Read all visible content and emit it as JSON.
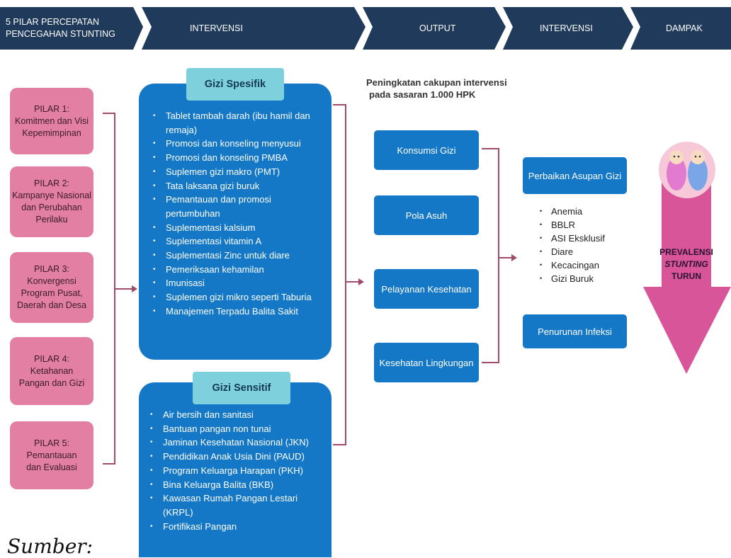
{
  "header": {
    "sections": [
      {
        "id": "pilar",
        "label_line1": "5 PILAR PERCEPATAN",
        "label_line2": "PENCEGAHAN STUNTING"
      },
      {
        "id": "intervensi1",
        "label": "INTERVENSI"
      },
      {
        "id": "output",
        "label": "OUTPUT"
      },
      {
        "id": "intervensi2",
        "label": "INTERVENSI"
      },
      {
        "id": "dampak",
        "label": "DAMPAK"
      }
    ]
  },
  "pilar": [
    {
      "title": "PILAR 1:",
      "line1": "Komitmen dan Visi",
      "line2": "Kepemimpinan",
      "line3": ""
    },
    {
      "title": "PILAR 2:",
      "line1": "Kampanye Nasional",
      "line2": "dan Perubahan",
      "line3": "Perilaku"
    },
    {
      "title": "PILAR 3:",
      "line1": "Konvergensi",
      "line2": "Program Pusat,",
      "line3": "Daerah dan Desa"
    },
    {
      "title": "PILAR 4:",
      "line1": "Ketahanan",
      "line2": "Pangan dan Gizi",
      "line3": ""
    },
    {
      "title": "PILAR 5:",
      "line1": "Pemantauan",
      "line2": "dan Evaluasi",
      "line3": ""
    }
  ],
  "gizi_spesifik": {
    "title": "Gizi Spesifik",
    "items": [
      "Tablet tambah darah (ibu hamil dan remaja)",
      "Promosi dan konseling menyusui",
      "Promosi dan konseling PMBA",
      "Suplemen gizi makro (PMT)",
      "Tata laksana gizi buruk",
      "Pemantauan dan promosi pertumbuhan",
      "Suplementasi kalsium",
      "Suplementasi vitamin A",
      "Suplementasi Zinc untuk diare",
      "Pemeriksaan kehamilan",
      "Imunisasi",
      "Suplemen gizi mikro seperti Taburia",
      "Manajemen Terpadu Balita Sakit"
    ]
  },
  "gizi_sensitif": {
    "title": "Gizi Sensitif",
    "items": [
      "Air bersih dan sanitasi",
      "Bantuan pangan non tunai",
      "Jaminan Kesehatan Nasional (JKN)",
      "Pendidikan Anak Usia Dini (PAUD)",
      "Program Keluarga Harapan (PKH)",
      "Bina Keluarga Balita (BKB)",
      "Kawasan Rumah Pangan Lestari (KRPL)",
      "Fortifikasi Pangan"
    ]
  },
  "output": {
    "caption_line1": "Peningkatan cakupan intervensi",
    "caption_line2": "pada sasaran 1.000 HPK",
    "boxes": [
      "Konsumsi Gizi",
      "Pola Asuh",
      "Pelayanan Kesehatan",
      "Kesehatan Lingkungan"
    ]
  },
  "intervensi2": {
    "box1": "Perbaikan Asupan Gizi",
    "items": [
      "Anemia",
      "BBLR",
      "ASI Eksklusif",
      "Diare",
      "Kecacingan",
      "Gizi Buruk"
    ],
    "box2": "Penurunan Infeksi"
  },
  "dampak": {
    "line1": "PREVALENSI",
    "line2": "STUNTING",
    "line3": "TURUN"
  },
  "footer": {
    "sumber": "Sumber:"
  },
  "colors": {
    "header": "#1f3a5a",
    "pilar": "#e37fa2",
    "box": "#1478c7",
    "tab": "#7ed0dd",
    "arrow": "#d9559a",
    "connector": "#a04a6c"
  }
}
